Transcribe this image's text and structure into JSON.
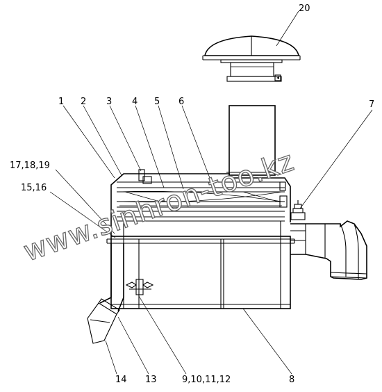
{
  "watermark": "www.sinhron-too.kz",
  "callouts": {
    "c1": "1",
    "c2": "2",
    "c3": "3",
    "c4": "4",
    "c5": "5",
    "c6": "6",
    "c7": "7",
    "c8": "8",
    "c9_12": "9,10,11,12",
    "c13": "13",
    "c14": "14",
    "c15_16": "15,16",
    "c17_19": "17,18,19",
    "c20": "20"
  }
}
